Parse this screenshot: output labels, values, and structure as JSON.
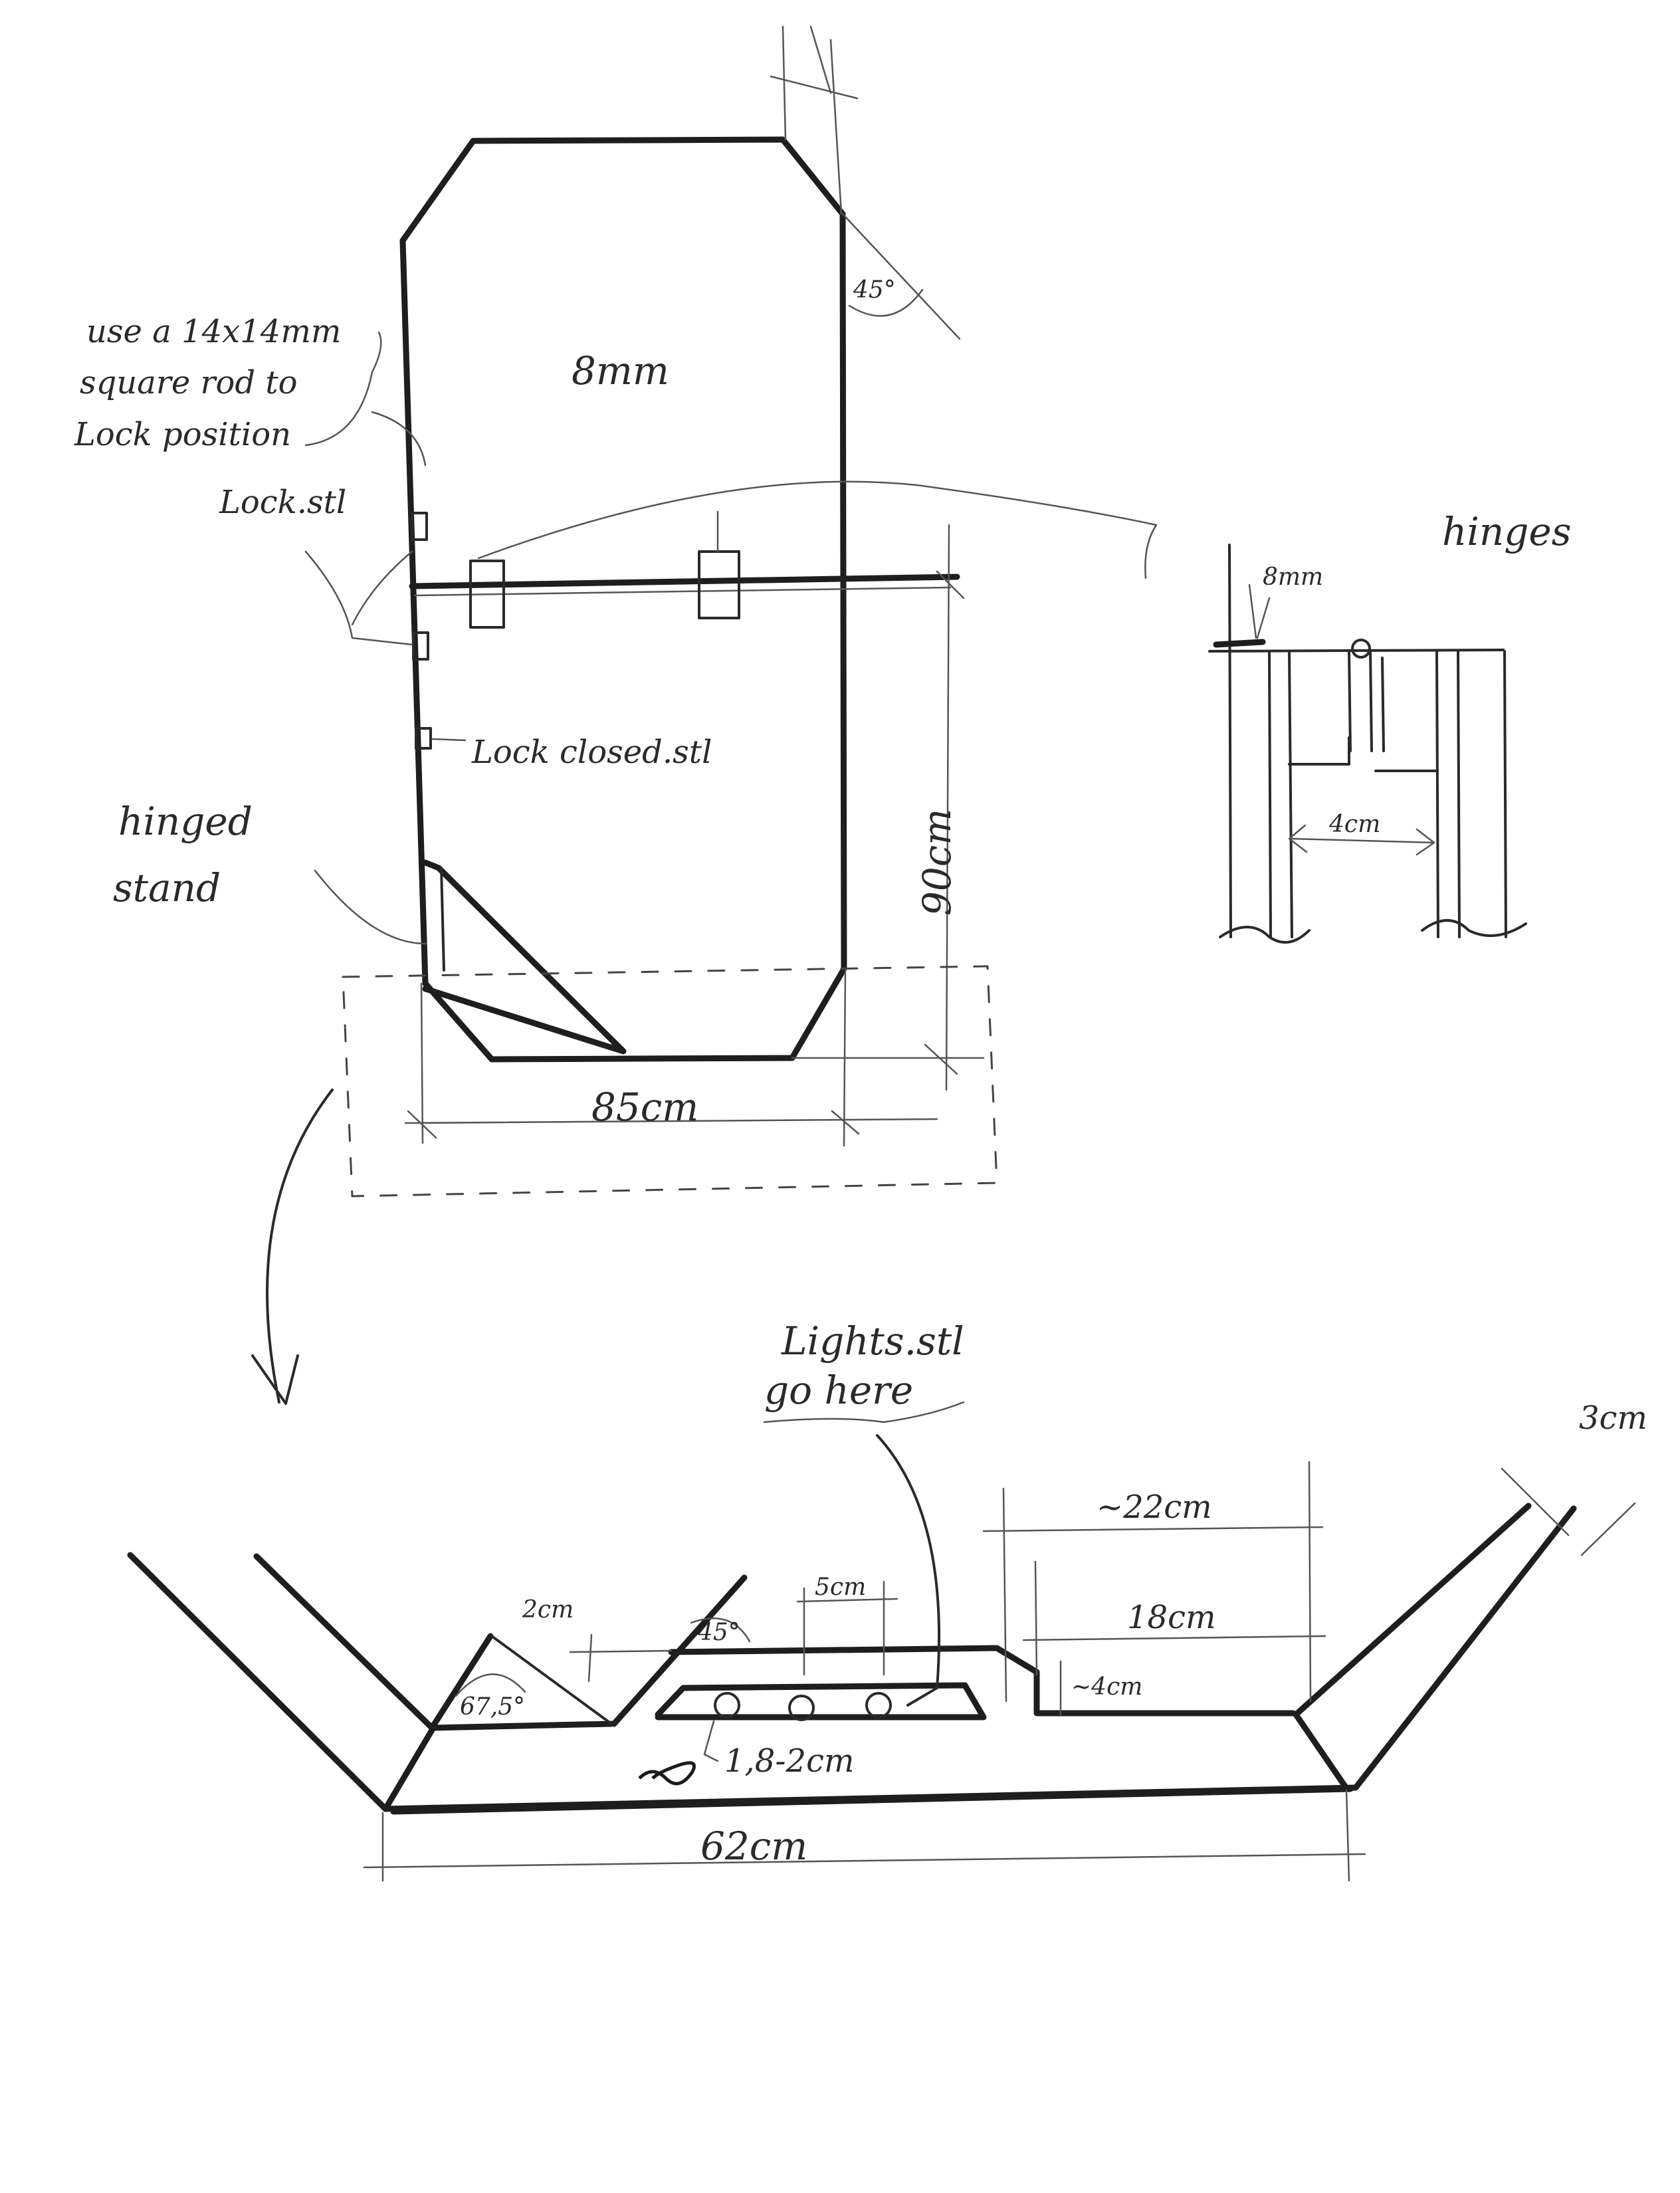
{
  "labels": {
    "rod_note_1": "use a 14x14mm",
    "rod_note_2": "square rod to",
    "rod_note_3": "Lock position",
    "lock": "Lock.stl",
    "lock_closed": "Lock closed.stl",
    "thickness": "8mm",
    "angle_top": "45°",
    "height": "90cm",
    "width": "85cm",
    "hinged_stand_1": "hinged",
    "hinged_stand_2": "stand",
    "hinges": "hinges",
    "hinge_thickness": "8mm",
    "hinge_gap": "4cm",
    "lights_1": "Lights.stl",
    "lights_2": "go here",
    "base_width": "62cm",
    "wall_thickness": "3cm",
    "outer_depth": "~22cm",
    "inner_depth": "18cm",
    "step": "~4cm",
    "slot": "5cm",
    "hole": "1,8-2cm",
    "ledge": "2cm",
    "angle_left": "67,5°",
    "angle_mid": "45°"
  }
}
